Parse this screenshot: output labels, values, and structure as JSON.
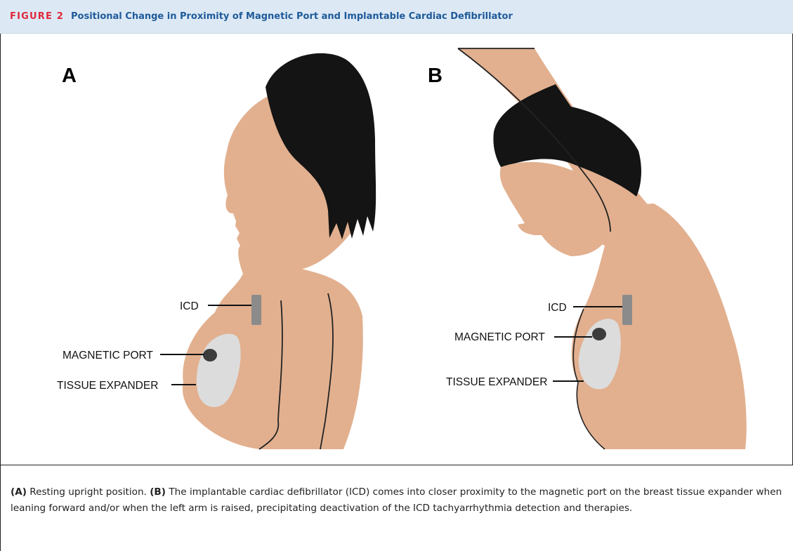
{
  "figure": {
    "label": "FIGURE 2",
    "title": "Positional Change in Proximity of Magnetic Port and Implantable Cardiac Defibrillator"
  },
  "panels": [
    {
      "letter": "A",
      "labels": {
        "icd": "ICD",
        "magnetic_port": "MAGNETIC PORT",
        "tissue_expander": "TISSUE EXPANDER"
      }
    },
    {
      "letter": "B",
      "labels": {
        "icd": "ICD",
        "magnetic_port": "MAGNETIC PORT",
        "tissue_expander": "TISSUE EXPANDER"
      }
    }
  ],
  "caption": {
    "part_a_tag": "(A)",
    "part_a_text": " Resting upright position. ",
    "part_b_tag": "(B)",
    "part_b_text": " The implantable cardiac defibrillator (ICD) comes into closer proximity to the magnetic port on the breast tissue expander when leaning forward and/or when the left arm is raised, precipitating deactivation of the ICD tachyarrhythmia detection and therapies."
  },
  "colors": {
    "header_bg": "#dce9f5",
    "label_red": "#e0273a",
    "title_blue": "#1f5a99",
    "skin": "#e2b08f",
    "hair": "#141414",
    "expander": "#dcdcdc",
    "port": "#3c3c3c",
    "icd": "#8b8b8b"
  }
}
